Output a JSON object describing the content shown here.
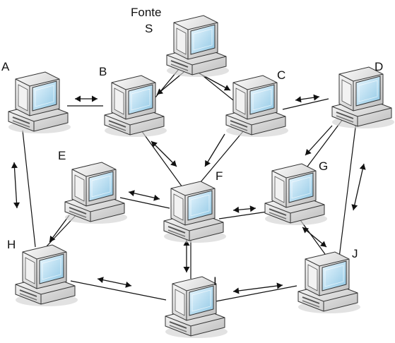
{
  "source": {
    "line1": "Fonte",
    "line2": "S"
  },
  "nodes": [
    {
      "id": "S",
      "label": ""
    },
    {
      "id": "A",
      "label": "A"
    },
    {
      "id": "B",
      "label": "B"
    },
    {
      "id": "C",
      "label": "C"
    },
    {
      "id": "D",
      "label": "D"
    },
    {
      "id": "E",
      "label": "E"
    },
    {
      "id": "F",
      "label": "F"
    },
    {
      "id": "G",
      "label": "G"
    },
    {
      "id": "H",
      "label": "H"
    },
    {
      "id": "I",
      "label": "I"
    },
    {
      "id": "J",
      "label": "J"
    }
  ],
  "links": [
    [
      "S",
      "B"
    ],
    [
      "S",
      "C"
    ],
    [
      "A",
      "B"
    ],
    [
      "A",
      "H"
    ],
    [
      "B",
      "F"
    ],
    [
      "C",
      "F"
    ],
    [
      "C",
      "D"
    ],
    [
      "D",
      "G"
    ],
    [
      "D",
      "J"
    ],
    [
      "E",
      "F"
    ],
    [
      "E",
      "H"
    ],
    [
      "F",
      "G"
    ],
    [
      "F",
      "I"
    ],
    [
      "G",
      "J"
    ],
    [
      "H",
      "I"
    ],
    [
      "I",
      "J"
    ]
  ],
  "flow_arrows": [
    {
      "from": "S",
      "to": "B",
      "style": "single"
    },
    {
      "from": "S",
      "to": "C",
      "style": "single"
    },
    {
      "from": "A",
      "to": "B",
      "style": "double"
    },
    {
      "from": "C",
      "to": "D",
      "style": "double"
    },
    {
      "from": "B",
      "to": "F",
      "style": "double"
    },
    {
      "from": "C",
      "to": "F",
      "style": "single"
    },
    {
      "from": "D",
      "to": "G",
      "style": "single"
    },
    {
      "from": "A",
      "to": "H",
      "style": "double"
    },
    {
      "from": "D",
      "to": "J",
      "style": "double"
    },
    {
      "from": "E",
      "to": "F",
      "style": "double"
    },
    {
      "from": "E",
      "to": "H",
      "style": "single"
    },
    {
      "from": "F",
      "to": "G",
      "style": "double"
    },
    {
      "from": "G",
      "to": "J",
      "style": "double"
    },
    {
      "from": "F",
      "to": "I",
      "style": "double"
    },
    {
      "from": "H",
      "to": "I",
      "style": "double"
    },
    {
      "from": "I",
      "to": "J",
      "style": "double"
    }
  ],
  "icon": "desktop-computer-icon",
  "colors": {
    "line": "#111111",
    "screen": "#bfe6f5",
    "case": "#e8e8e8",
    "shadow": "#c8c8c8"
  }
}
